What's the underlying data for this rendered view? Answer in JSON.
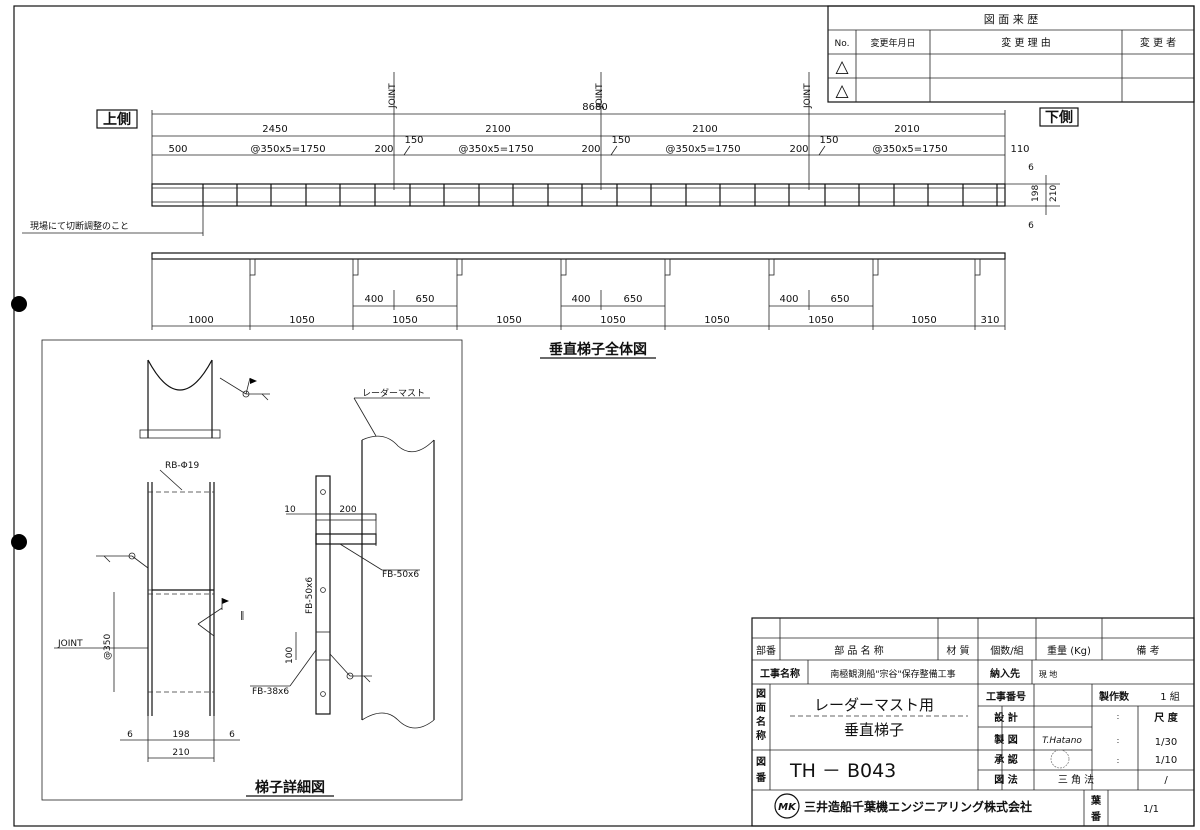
{
  "revision": {
    "title": "図 面 来 歴",
    "col_no": "No.",
    "col_date": "変更年月日",
    "col_reason": "変 更 理 由",
    "col_by": "変 更 者",
    "row_mark": "△"
  },
  "overall": {
    "left_side": "上側",
    "right_side": "下側",
    "joint_label": "JOINT",
    "total_length": "8680",
    "top_dims": [
      "2450",
      "2100",
      "2100",
      "2010"
    ],
    "dim_500": "500",
    "pitch": "@350x5=1750",
    "dim_200": "200",
    "dim_150": "150",
    "dim_110": "110",
    "dim_6": "6",
    "dim_198": "198",
    "dim_210": "210",
    "site_note": "現場にて切断調整のこと",
    "bottom_dims": [
      "1000",
      "1050",
      "1050",
      "1050",
      "1050",
      "1050",
      "1050",
      "1050",
      "310"
    ],
    "sub_400": "400",
    "sub_650": "650",
    "title": "垂直梯子全体図"
  },
  "detail": {
    "rb": "RB-Φ19",
    "joint": "JOINT",
    "pitch350": "@350",
    "dim_6": "6",
    "dim_198": "198",
    "dim_210": "210",
    "title": "梯子詳細図",
    "mast": "レーダーマスト",
    "dim_10": "10",
    "dim_200": "200",
    "fb50": "FB-50x6",
    "fb50v": "FB-50x6",
    "dim_100": "100",
    "fb38": "FB-38x6"
  },
  "titleblock": {
    "col_part_no": "部番",
    "col_part_name": "部 品 名 称",
    "col_material": "材 質",
    "col_qty": "個数/組",
    "col_weight": "重量 (Kg)",
    "col_remarks": "備 考",
    "project_label": "工事名称",
    "project_name": "南極観測船\"宗谷\"保存整備工事",
    "delivery_label": "納入先",
    "delivery_value": "現 地",
    "drawing_name_label": [
      "図",
      "面",
      "名",
      "称"
    ],
    "drawing_name_line1": "レーダーマスト用",
    "drawing_name_line2": "垂直梯子",
    "job_no_label": "工事番号",
    "prod_qty_label": "製作数",
    "prod_qty_value": "1 組",
    "design_label": "設 計",
    "drawn_label": "製 図",
    "drawn_sign": "T.Hatano",
    "approved_label": "承 認",
    "method_label": "図 法",
    "method_value": "三 角 法",
    "scale_label": "尺 度",
    "scale_1": "1/30",
    "scale_2": "1/10",
    "scale_3": "/",
    "drawing_no_label": [
      "図",
      "番"
    ],
    "drawing_no": "TH － B043",
    "company_logo": "MK",
    "company": "三井造船千葉機エンジニアリング株式会社",
    "sheet_label": [
      "葉",
      "番"
    ],
    "sheet": "1/1"
  }
}
